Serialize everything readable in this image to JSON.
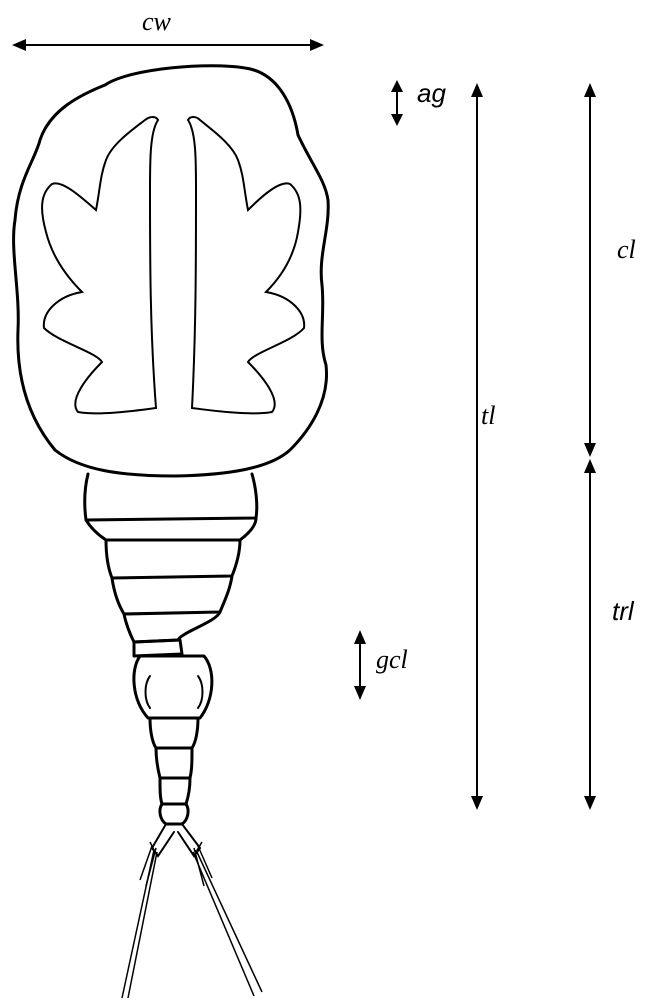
{
  "labels": {
    "cw": "cw",
    "ag": "ag",
    "cl": "cl",
    "tl": "tl",
    "trl": "trl",
    "gcl": "gcl"
  }
}
